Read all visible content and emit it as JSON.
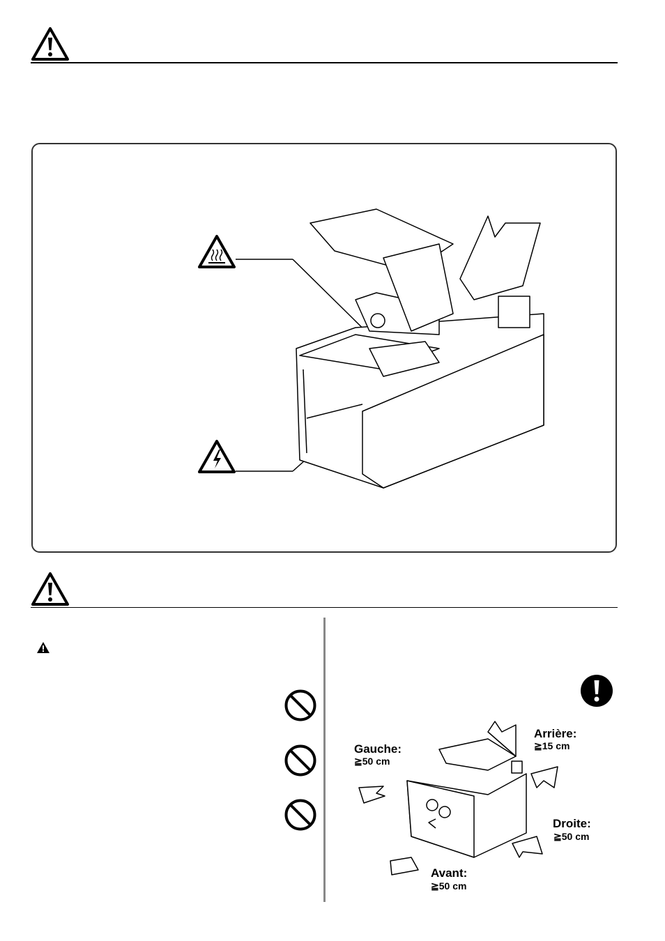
{
  "clearance": {
    "left": {
      "label": "Gauche:",
      "value": "≧50 cm"
    },
    "rear": {
      "label": "Arrière:",
      "value": "≧15 cm"
    },
    "right": {
      "label": "Droite:",
      "value": "≧50 cm"
    },
    "front": {
      "label": "Avant:",
      "value": "≧50 cm"
    }
  },
  "icons": {
    "section_warning": "warning-triangle-icon",
    "hot_surface": "hot-surface-icon",
    "high_voltage": "high-voltage-icon",
    "prohibited": "prohibited-icon",
    "mandatory": "mandatory-icon"
  }
}
